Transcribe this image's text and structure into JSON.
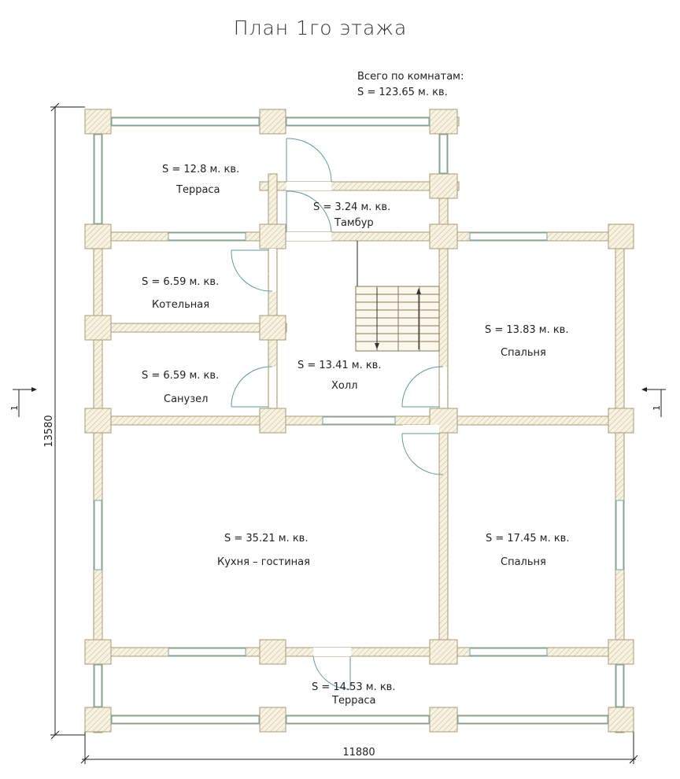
{
  "title": "План 1го этажа",
  "total": {
    "label": "Всего по комнатам:",
    "value": "S   =   123.65 м. кв."
  },
  "rooms": [
    {
      "id": "terrace-top",
      "area": "S   =   12.8 м. кв.",
      "name": "Терраса"
    },
    {
      "id": "tambur",
      "area": "S   =   3.24 м. кв.",
      "name": "Тамбур"
    },
    {
      "id": "boiler",
      "area": "S   =   6.59 м. кв.",
      "name": "Котельная"
    },
    {
      "id": "bathroom",
      "area": "S   =   6.59 м. кв.",
      "name": "Санузел"
    },
    {
      "id": "hall",
      "area": "S   =   13.41 м. кв.",
      "name": "Холл"
    },
    {
      "id": "bedroom-top",
      "area": "S   =   13.83 м. кв.",
      "name": "Спальня"
    },
    {
      "id": "kitchen",
      "area": "S   =   35.21 м. кв.",
      "name": "Кухня – гостиная"
    },
    {
      "id": "bedroom-bottom",
      "area": "S   =   17.45 м. кв.",
      "name": "Спальня"
    },
    {
      "id": "terrace-bottom",
      "area": "S   =   14.53 м. кв.",
      "name": "Терраса"
    }
  ],
  "dimensions": {
    "height": "13580",
    "width": "11880"
  },
  "section_marks": {
    "left": "1",
    "right": "1"
  }
}
